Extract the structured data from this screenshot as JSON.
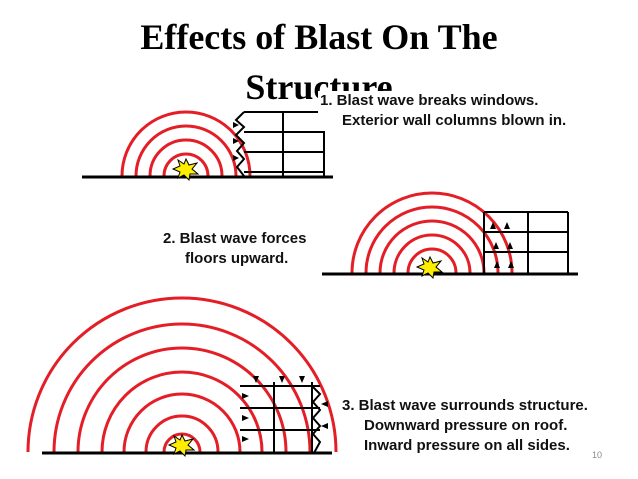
{
  "slide": {
    "title_line1": "Effects of Blast On The",
    "title_line2": "Structure",
    "page_number": "10"
  },
  "captions": [
    {
      "line1": "1.  Blast wave breaks windows.",
      "line2": "Exterior wall columns blown in."
    },
    {
      "line1": "2.  Blast wave forces",
      "line2": "floors upward."
    },
    {
      "line1": "3.  Blast wave surrounds structure.",
      "line2": "Downward pressure on roof.",
      "line3": "Inward pressure on all sides."
    }
  ],
  "colors": {
    "blast_wave": "#e41e26",
    "explosion": "#ffee00",
    "structure": "#000000"
  },
  "icons": [
    "explosion-burst-icon",
    "pressure-arrow-icon"
  ]
}
